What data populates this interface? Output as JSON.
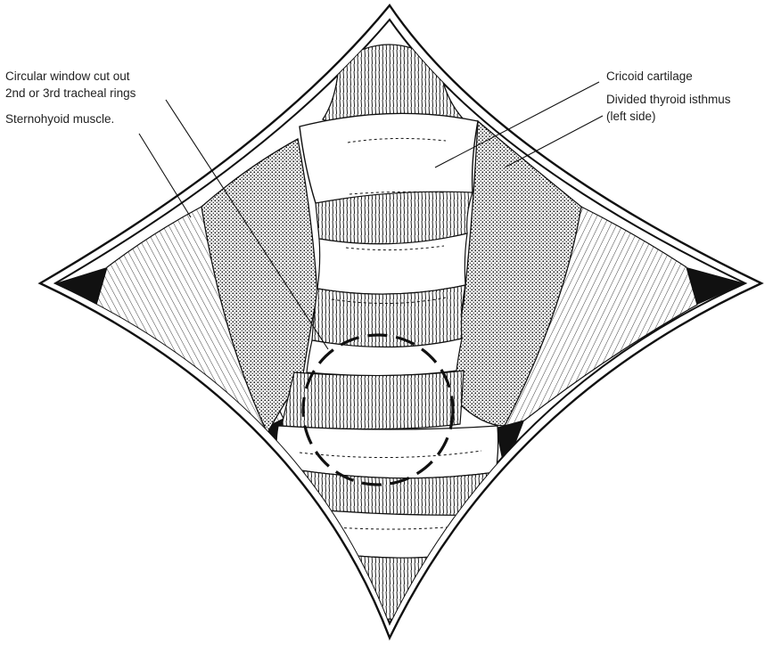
{
  "labels": {
    "window_line1": "Circular window cut  out",
    "window_line2": "2nd or 3rd tracheal rings",
    "sternohyoid": "Sternohyoid muscle.",
    "cricoid": "Cricoid cartilage",
    "thyroid_line1": "Divided thyroid isthmus",
    "thyroid_line2": "(left  side)"
  }
}
